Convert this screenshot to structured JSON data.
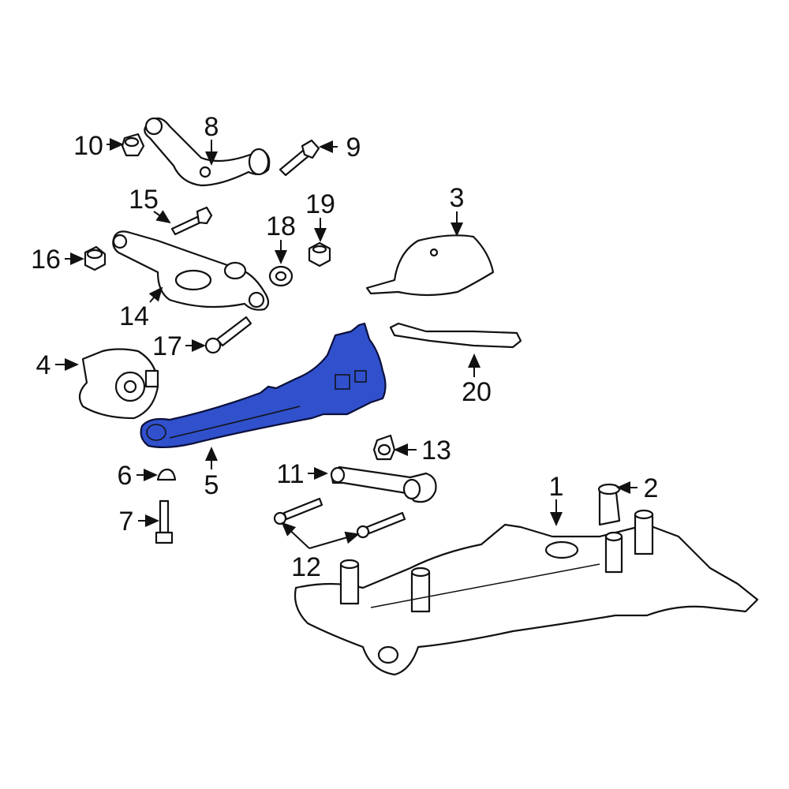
{
  "diagram": {
    "highlight_color": "#3050cc",
    "highlighted_part": "5",
    "callouts": {
      "c1": "1",
      "c2": "2",
      "c3": "3",
      "c4": "4",
      "c5": "5",
      "c6": "6",
      "c7": "7",
      "c8": "8",
      "c9": "9",
      "c10": "10",
      "c11": "11",
      "c12": "12",
      "c13": "13",
      "c14": "14",
      "c15": "15",
      "c16": "16",
      "c17": "17",
      "c18": "18",
      "c19": "19",
      "c20": "20"
    }
  }
}
